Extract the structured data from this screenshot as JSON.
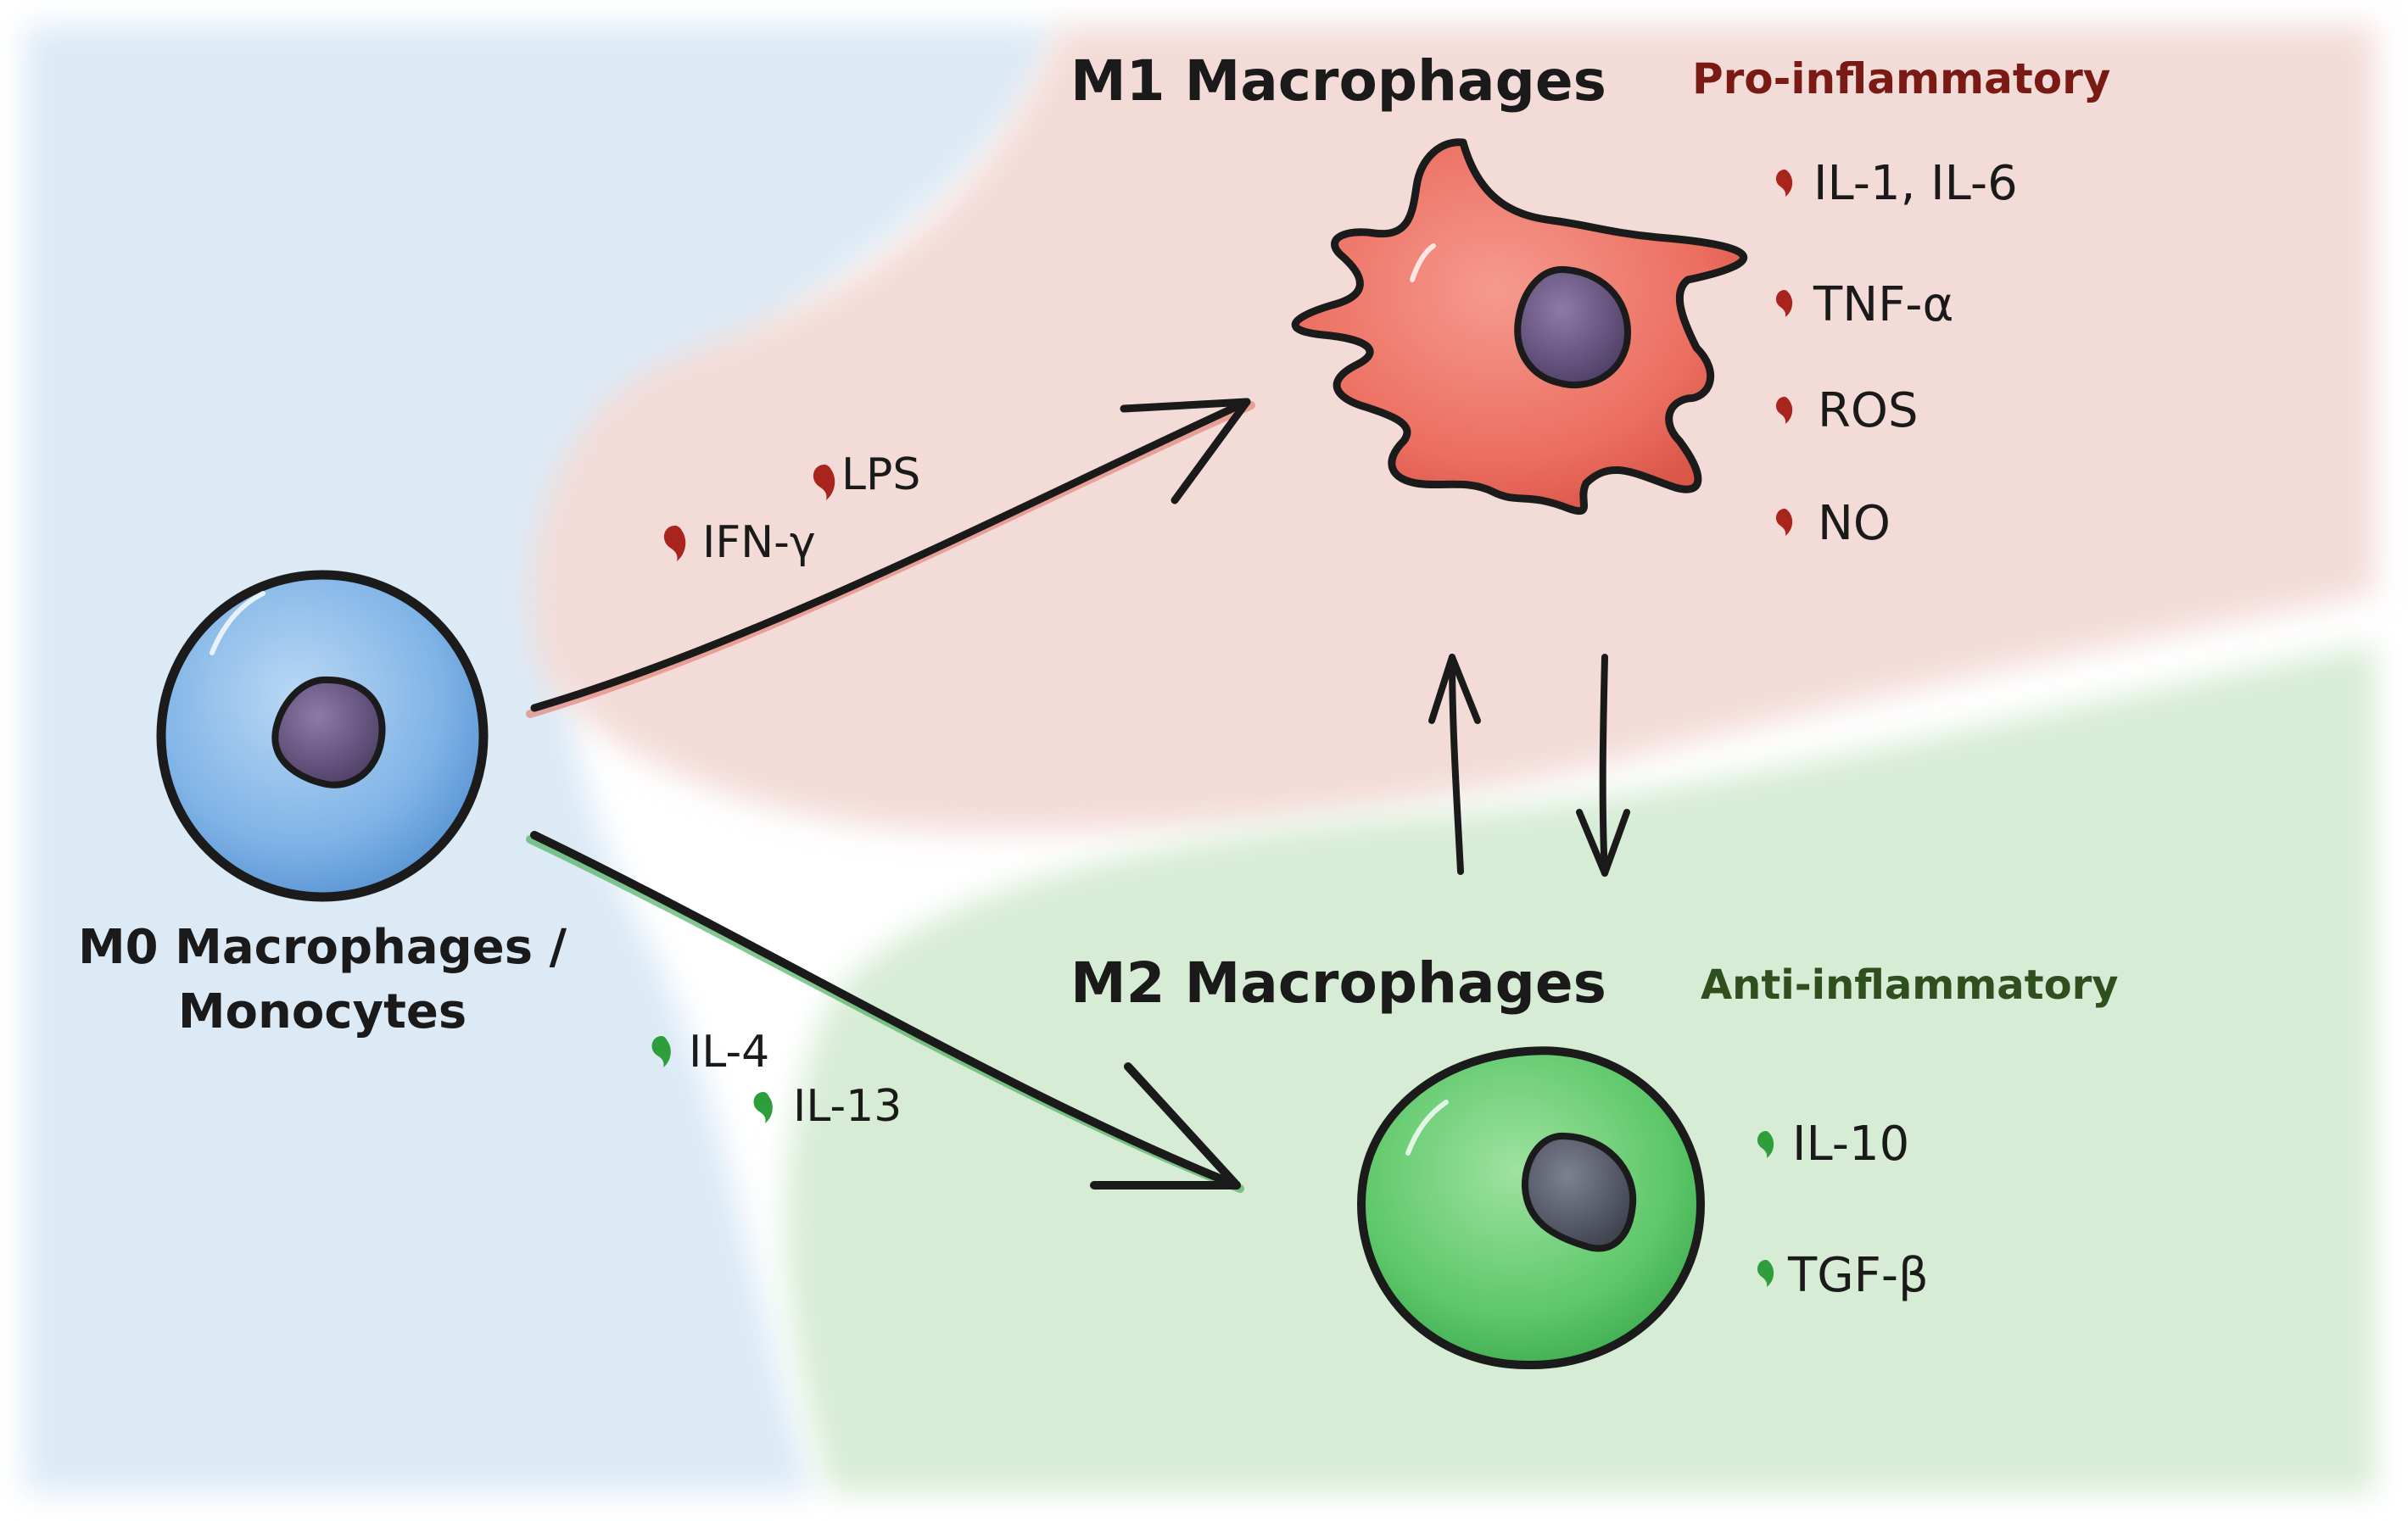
{
  "m0": {
    "title_line1": "M0 Macrophages /",
    "title_line2": "Monocytes",
    "color": "#7fb3e6"
  },
  "m1": {
    "title": "M1 Macrophages",
    "subtitle": "Pro-inflammatory",
    "subtitle_color": "#7a1a14",
    "cell_color": "#ef7466",
    "markers": [
      "IL-1, IL-6",
      "TNF-α",
      "ROS",
      "NO"
    ]
  },
  "m2": {
    "title": "M2 Macrophages",
    "subtitle": "Anti-inflammatory",
    "subtitle_color": "#2f4f1f",
    "cell_color": "#5ec86a",
    "markers": [
      "IL-10",
      "TGF-β"
    ]
  },
  "stimuli_m1": [
    "LPS",
    "IFN-γ"
  ],
  "stimuli_m2": [
    "IL-4",
    "IL-13"
  ],
  "colors": {
    "blue_region": "#dceaf6",
    "red_region": "#f3dcd8",
    "green_region": "#d7ecd5",
    "red_bullet": "#a8241c",
    "green_bullet": "#2e9e3c",
    "arrow": "#1a1a1a"
  },
  "icons": {
    "m0": "macrophage-cell-icon",
    "m1": "activated-macrophage-icon",
    "m2": "alternatively-activated-macrophage-icon",
    "bullet": "droplet-bullet-icon"
  }
}
